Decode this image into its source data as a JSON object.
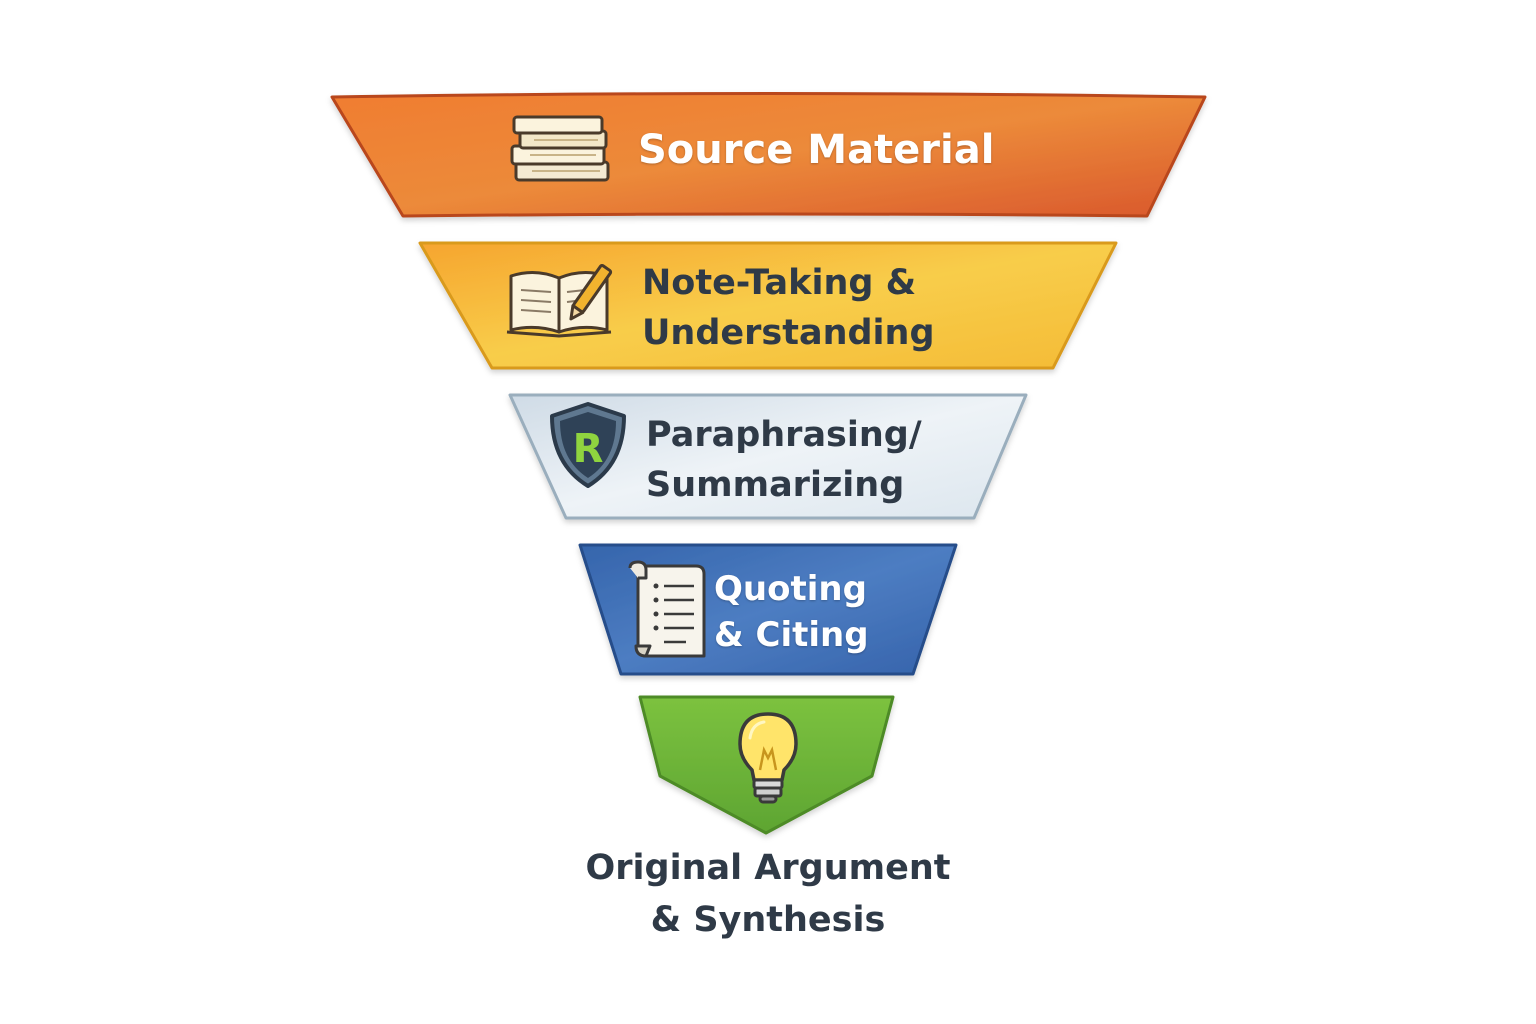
{
  "funnel": {
    "stages": [
      {
        "lines": [
          "Source Material"
        ],
        "icon": "books-stack-icon",
        "color": "#ea7a2f"
      },
      {
        "lines": [
          "Note-Taking &",
          "Understanding"
        ],
        "icon": "open-book-pencil-icon",
        "color": "#f5c23d"
      },
      {
        "lines": [
          "Paraphrasing/",
          "Summarizing"
        ],
        "icon": "shield-r-icon",
        "color": "#dfe7ee"
      },
      {
        "lines": [
          "Quoting",
          "& Citing"
        ],
        "icon": "scroll-document-icon",
        "color": "#3f6fb5"
      },
      {
        "icon": "light-bulb-icon",
        "color": "#6fb43a"
      }
    ],
    "result": {
      "lines": [
        "Original Argument",
        "& Synthesis"
      ]
    }
  }
}
